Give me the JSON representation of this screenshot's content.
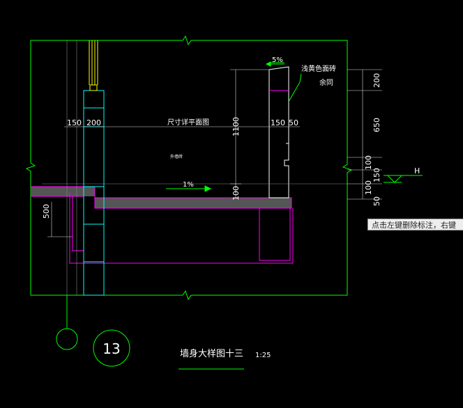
{
  "title": "墙身大样图十三",
  "scale": "1:25",
  "detail_number": "13",
  "elevation_mark": "H",
  "slope_top": "5%",
  "slope_floor": "1%",
  "note_line1": "浅黄色面砖",
  "note_line2": "余同",
  "window_label": "尺寸详平面图",
  "small_label": "外墙砖",
  "dims_top": [
    "150",
    "200",
    "150",
    "50"
  ],
  "dim_1100": "1100",
  "dim_100_mid": "100",
  "dim_500": "500",
  "dims_right": [
    "200",
    "650",
    "100",
    "150",
    "100",
    "50"
  ],
  "tooltip": "点击左键删除标注，右键",
  "colors": {
    "frame": "#00ff00",
    "wall": "#00ffff",
    "slab": "#ff00ff",
    "dim": "#ffffff",
    "window": "#ffff00",
    "fill": "#555555"
  }
}
